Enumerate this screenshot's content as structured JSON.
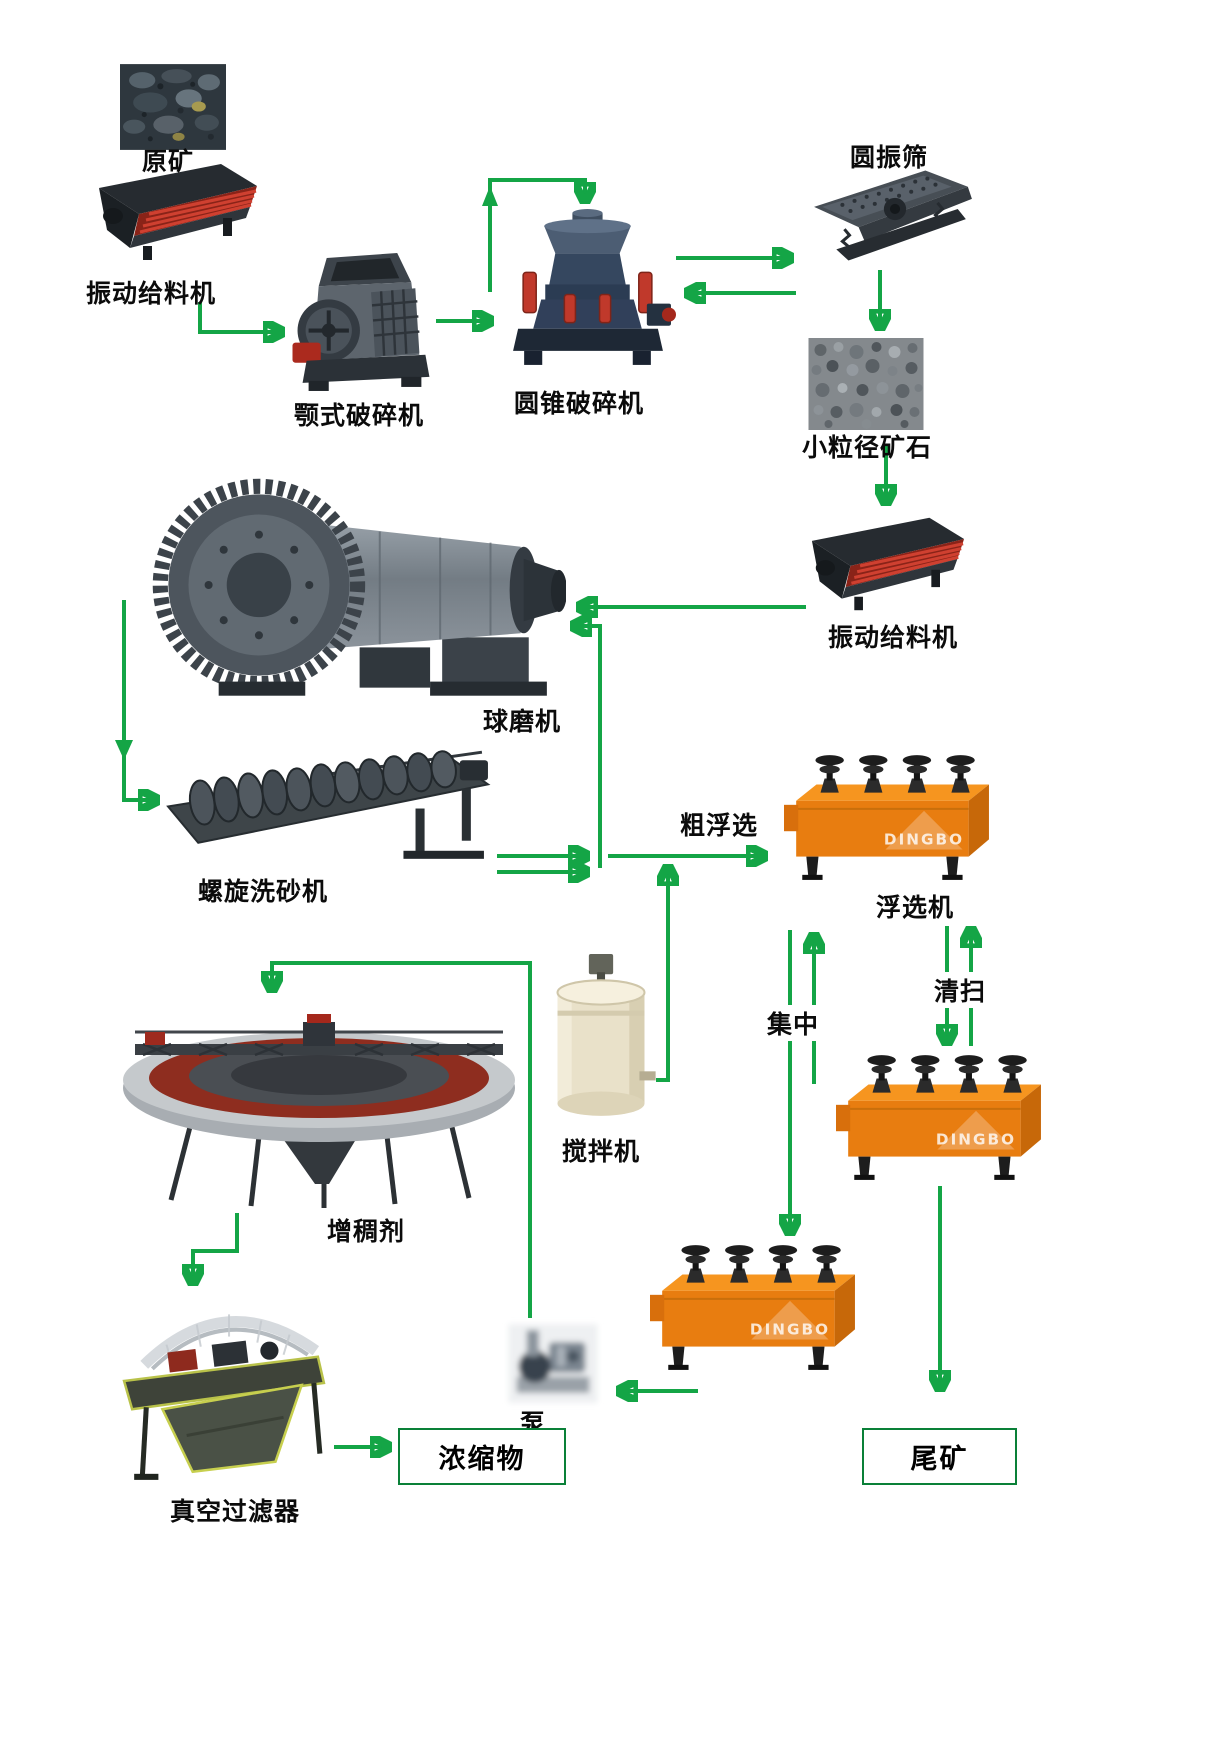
{
  "brand": "DINGBO",
  "colors": {
    "arrow_green": "#14a546",
    "box_border_green": "#0a8038",
    "flotation_orange": "#e87d10",
    "feeder_red_deck": "#c23b2b"
  },
  "nodes": {
    "raw_ore": "原矿",
    "feeder1": "振动给料机",
    "jaw_crusher": "颚式破碎机",
    "cone_crusher": "圆锥破碎机",
    "vibrating_screen": "圆振筛",
    "small_ore": "小粒径矿石",
    "feeder2": "振动给料机",
    "ball_mill": "球磨机",
    "spiral_washer": "螺旋洗砂机",
    "rough_flotation": "粗浮选",
    "flotation_machine": "浮选机",
    "scavenging": "清扫",
    "concentration": "集中",
    "mixer": "搅拌机",
    "thickener": "增稠剂",
    "pump": "泵",
    "vacuum_filter": "真空过滤器",
    "concentrate": "浓缩物",
    "tailings": "尾矿"
  }
}
